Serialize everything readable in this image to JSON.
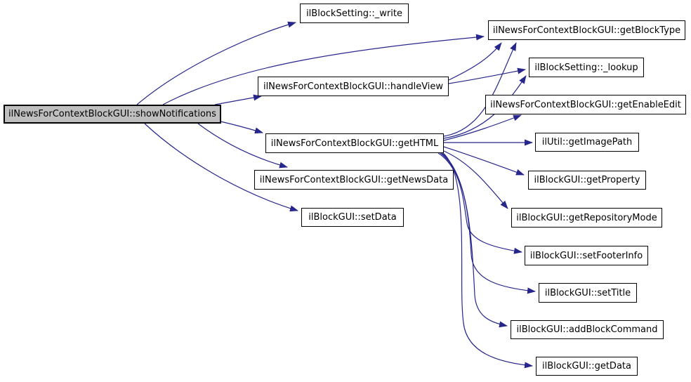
{
  "diagram": {
    "type": "call-graph",
    "background_color": "#ffffff",
    "edge_color": "#26268D",
    "node_border_color": "#000000",
    "node_fill_color": "#ffffff",
    "root_node_fill_color": "#bfbfbf",
    "nodes": [
      {
        "id": "showNotifications",
        "label": "ilNewsForContextBlockGUI::showNotifications",
        "root": true
      },
      {
        "id": "write",
        "label": "ilBlockSetting::_write",
        "root": false
      },
      {
        "id": "handleView",
        "label": "ilNewsForContextBlockGUI::handleView",
        "root": false
      },
      {
        "id": "getHTML",
        "label": "ilNewsForContextBlockGUI::getHTML",
        "root": false
      },
      {
        "id": "getNewsData",
        "label": "ilNewsForContextBlockGUI::getNewsData",
        "root": false
      },
      {
        "id": "setData",
        "label": "ilBlockGUI::setData",
        "root": false
      },
      {
        "id": "getBlockType",
        "label": "ilNewsForContextBlockGUI::getBlockType",
        "root": false
      },
      {
        "id": "lookup",
        "label": "ilBlockSetting::_lookup",
        "root": false
      },
      {
        "id": "getEnableEdit",
        "label": "ilNewsForContextBlockGUI::getEnableEdit",
        "root": false
      },
      {
        "id": "getImagePath",
        "label": "ilUtil::getImagePath",
        "root": false
      },
      {
        "id": "getProperty",
        "label": "ilBlockGUI::getProperty",
        "root": false
      },
      {
        "id": "getRepositoryMode",
        "label": "ilBlockGUI::getRepositoryMode",
        "root": false
      },
      {
        "id": "setFooterInfo",
        "label": "ilBlockGUI::setFooterInfo",
        "root": false
      },
      {
        "id": "setTitle",
        "label": "ilBlockGUI::setTitle",
        "root": false
      },
      {
        "id": "addBlockCommand",
        "label": "ilBlockGUI::addBlockCommand",
        "root": false
      },
      {
        "id": "getData",
        "label": "ilBlockGUI::getData",
        "root": false
      }
    ],
    "edges": [
      {
        "from": "showNotifications",
        "to": "write"
      },
      {
        "from": "showNotifications",
        "to": "getBlockType"
      },
      {
        "from": "showNotifications",
        "to": "handleView"
      },
      {
        "from": "showNotifications",
        "to": "getHTML"
      },
      {
        "from": "showNotifications",
        "to": "getNewsData"
      },
      {
        "from": "showNotifications",
        "to": "setData"
      },
      {
        "from": "handleView",
        "to": "getBlockType"
      },
      {
        "from": "handleView",
        "to": "lookup"
      },
      {
        "from": "getHTML",
        "to": "getBlockType"
      },
      {
        "from": "getHTML",
        "to": "lookup"
      },
      {
        "from": "getHTML",
        "to": "getEnableEdit"
      },
      {
        "from": "getHTML",
        "to": "getImagePath"
      },
      {
        "from": "getHTML",
        "to": "getProperty"
      },
      {
        "from": "getHTML",
        "to": "getRepositoryMode"
      },
      {
        "from": "getHTML",
        "to": "setFooterInfo"
      },
      {
        "from": "getHTML",
        "to": "setTitle"
      },
      {
        "from": "getHTML",
        "to": "addBlockCommand"
      },
      {
        "from": "getHTML",
        "to": "getData"
      }
    ]
  }
}
